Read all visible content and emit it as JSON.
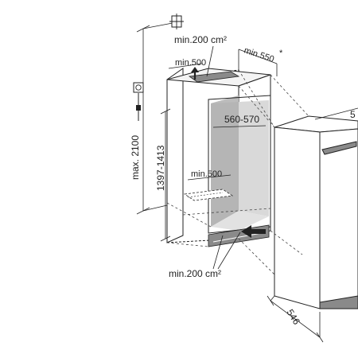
{
  "labels": {
    "top_vent": "min.200 cm²",
    "top_gap": "min.500",
    "depth_top": "min.550",
    "depth_top_star": "*",
    "max_height": "max. 2100",
    "opening_height": "1397-1413",
    "inner_width": "560-570",
    "inner_gap": "min.500",
    "bottom_vent": "min.200 cm²",
    "appliance_depth": "546",
    "appliance_width_partial": "5"
  },
  "icons": {
    "top": "grid-symbol-icon",
    "left": "power-plug-socket-icon"
  },
  "colors": {
    "line": "#222222",
    "dashed": "#444444",
    "shade_dark": "#8a8a8a",
    "shade_light": "#c9c9c9",
    "background": "#ffffff"
  }
}
